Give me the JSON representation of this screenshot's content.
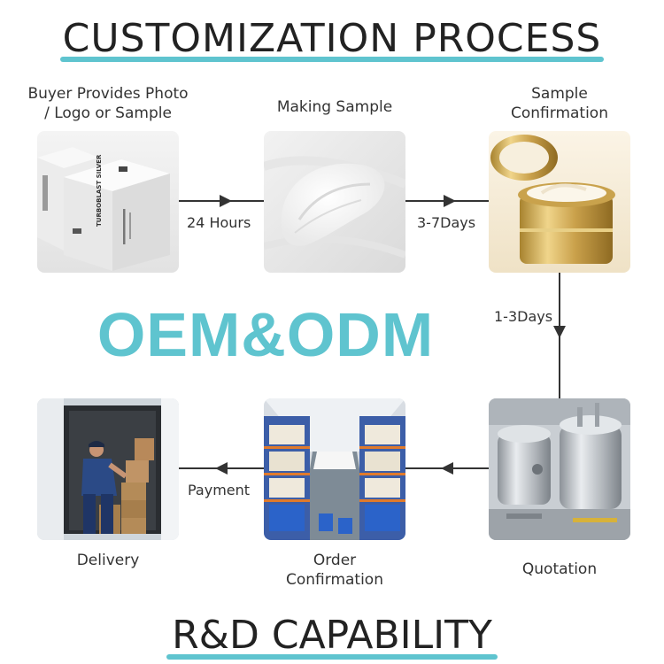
{
  "header": {
    "title": "CUSTOMIZATION PROCESS"
  },
  "center": {
    "text": "OEM&ODM"
  },
  "footer": {
    "title": "R&D CAPABILITY"
  },
  "steps": [
    {
      "label_line1": "Buyer Provides Photo",
      "label_line2": "/ Logo or Sample",
      "box_text": "TURBOBLAST SILVER"
    },
    {
      "label_line1": "Making Sample"
    },
    {
      "label_line1": "Sample",
      "label_line2": "Confirmation"
    },
    {
      "label_line1": "Quotation"
    },
    {
      "label_line1": "Order",
      "label_line2": "Confirmation"
    },
    {
      "label_line1": "Delivery"
    }
  ],
  "transitions": [
    {
      "label": "24 Hours"
    },
    {
      "label": "3-7Days"
    },
    {
      "label": "1-3Days"
    },
    {
      "label": "Payment"
    }
  ],
  "colors": {
    "accent": "#5fc4cf",
    "text": "#222222",
    "arrow": "#333333"
  }
}
